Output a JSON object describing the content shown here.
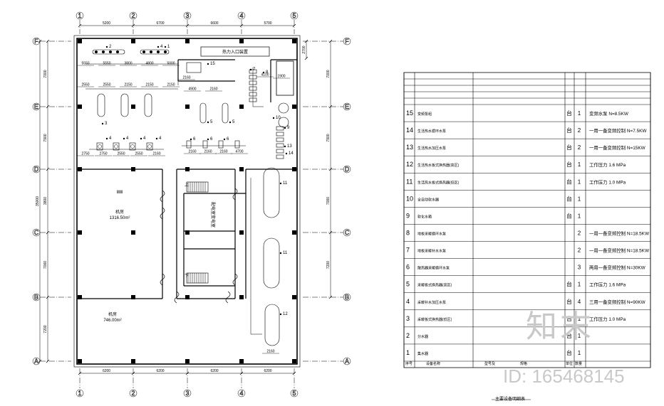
{
  "axes": {
    "columns": [
      "1",
      "2",
      "3",
      "4",
      "5"
    ],
    "rows": [
      "F",
      "E",
      "D",
      "C",
      "B",
      "A"
    ]
  },
  "dims": {
    "top": [
      "5200",
      "6700",
      "6600",
      "5700"
    ],
    "bottom": [
      "6200",
      "6200",
      "6200",
      "6200"
    ],
    "left": [
      "7000",
      "7900",
      "3800",
      "7000",
      "7200"
    ],
    "right": [
      "7000",
      "7900",
      "7000",
      "7200"
    ],
    "left_total": "35000",
    "right_top": "2700",
    "inner": [
      "5550",
      "5550",
      "3800",
      "4800",
      "5000",
      "2550",
      "2550",
      "2150",
      "2150",
      "2150",
      "2750",
      "2750",
      "2550",
      "2550",
      "2160",
      "4900",
      "2160",
      "2160",
      "2160",
      "2160",
      "4700",
      "2160",
      "4100",
      "1900",
      "2160"
    ]
  },
  "plan": {
    "room_top_label": "热力入口装置",
    "vertical_room_label": "配电室变电室",
    "room_a_name": "机房",
    "room_a_area": "1316.50m²",
    "room_b_name": "机房",
    "room_b_area": "746.00m²",
    "stair_up": "上",
    "stair_dn": "下",
    "note_mark": "ⅢⅢ",
    "equip_tags": [
      "2",
      "4",
      "3",
      "4",
      "4",
      "4",
      "4",
      "5",
      "5",
      "6",
      "6",
      "6",
      "7",
      "8",
      "9",
      "10",
      "11",
      "11",
      "12",
      "13",
      "14",
      "15",
      "1"
    ]
  },
  "table": {
    "title": "主要设备明细表",
    "header": {
      "no": "序号",
      "name": "设备名称",
      "model": "型号及",
      "spec": "规格",
      "unit": "单位",
      "qty": "数量"
    },
    "rows": [
      {
        "no": "15",
        "name": "变频泵组",
        "unit": "台",
        "qty": "1",
        "spec": "变频水泵   N=8.5KW"
      },
      {
        "no": "14",
        "name": "生活热水循环水泵",
        "unit": "台",
        "qty": "2",
        "spec": "一用一备变频控制   N=7.5KW"
      },
      {
        "no": "13",
        "name": "生活热水加压水泵",
        "unit": "台",
        "qty": "2",
        "spec": "一用一备变频控制   N=15KW"
      },
      {
        "no": "12",
        "name": "生活热水板式换热器(高区)",
        "unit": "台",
        "qty": "1",
        "spec": "工作压力   1.6 MPa"
      },
      {
        "no": "11",
        "name": "生活热水板式换热器(低区)",
        "unit": "台",
        "qty": "1",
        "spec": "工作压力   1.0 MPa"
      },
      {
        "no": "10",
        "name": "全自动软水器",
        "unit": "台",
        "qty": "1",
        "spec": ""
      },
      {
        "no": "9",
        "name": "软化水箱",
        "unit": "台",
        "qty": "1",
        "spec": ""
      },
      {
        "no": "8",
        "name": "地板采暖循环水泵",
        "unit": "",
        "qty": "2",
        "spec": "一用一备变频控制   N=18.5KW"
      },
      {
        "no": "7",
        "name": "地板采暖补水水泵",
        "unit": "",
        "qty": "2",
        "spec": "一用一备变频控制   N=18.5KW"
      },
      {
        "no": "6",
        "name": "散热器采暖循环水泵",
        "unit": "",
        "qty": "3",
        "spec": "两用一备变频控制   N=30KW"
      },
      {
        "no": "5",
        "name": "采暖板式换热器(高区)",
        "unit": "台",
        "qty": "1",
        "spec": "工作压力   1.6 MPa"
      },
      {
        "no": "4",
        "name": "采暖补水加压水泵",
        "unit": "台",
        "qty": "4",
        "spec": "三用一备变频控制   N=90KW"
      },
      {
        "no": "3",
        "name": "采暖板式换热器(低区)",
        "unit": "台",
        "qty": "1",
        "spec": "工作压力   1.0 MPa"
      },
      {
        "no": "2",
        "name": "分水器",
        "unit": "台",
        "qty": "1",
        "spec": ""
      },
      {
        "no": "1",
        "name": "集水器",
        "unit": "台",
        "qty": "1",
        "spec": ""
      }
    ]
  },
  "watermark": {
    "brand": "知末",
    "id": "ID: 165468145"
  }
}
